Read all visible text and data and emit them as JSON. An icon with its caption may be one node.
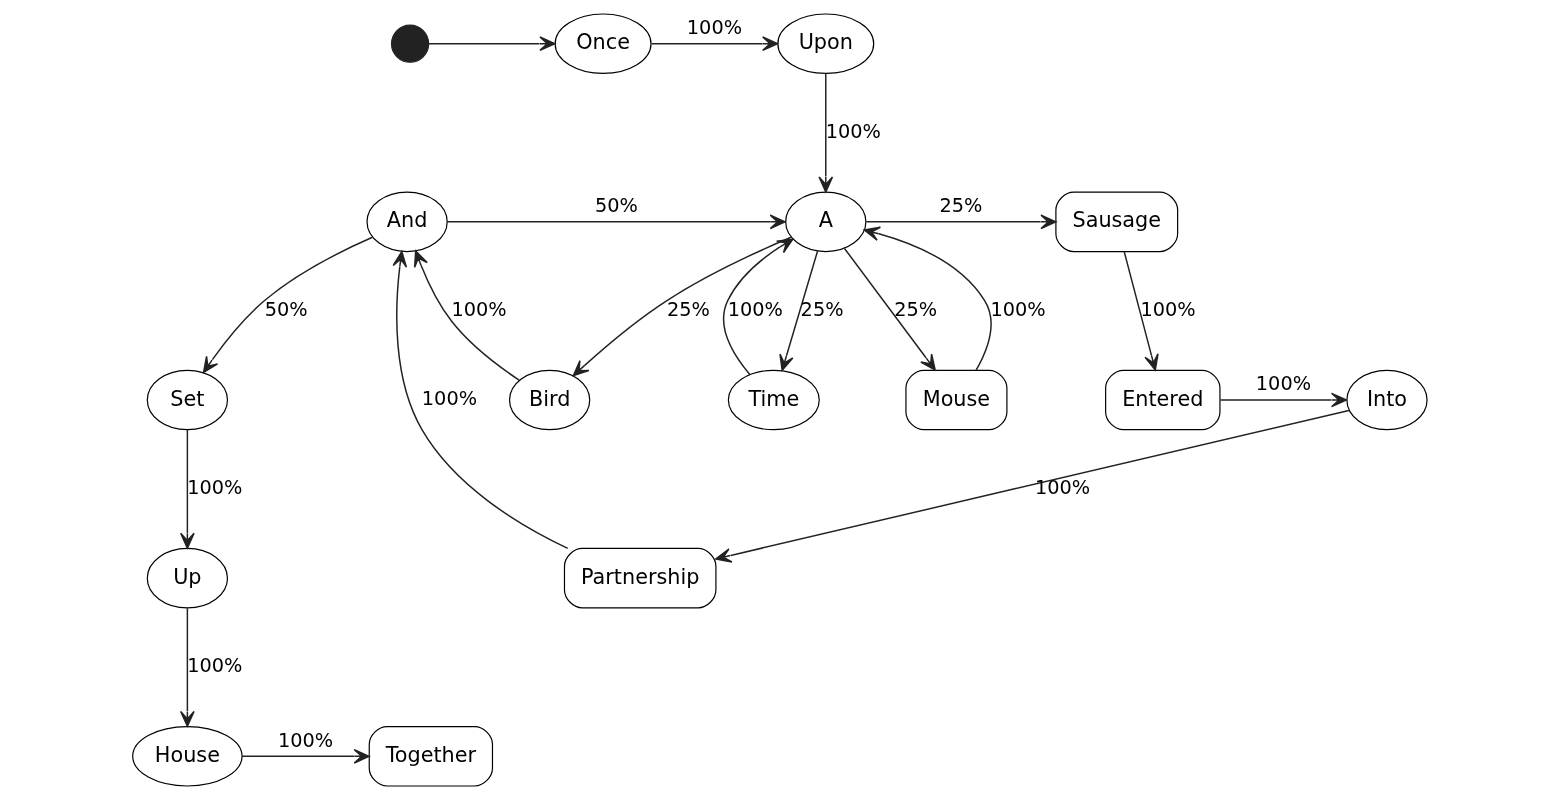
{
  "diagram": {
    "nodes": [
      {
        "text": [],
        "shape": "circle"
      },
      {
        "text": [
          "Once"
        ]
      },
      {
        "text": [
          "Upon"
        ]
      },
      {
        "text": [
          "Set"
        ]
      },
      {
        "text": [
          "And"
        ]
      },
      {
        "text": [
          "A"
        ]
      },
      {
        "text": [
          "Sausage"
        ]
      },
      {
        "text": [
          "Up"
        ]
      },
      {
        "text": [
          "Bird"
        ]
      },
      {
        "text": [
          "Mouse"
        ]
      },
      {
        "text": [
          "Time"
        ]
      },
      {
        "text": [
          "Entered"
        ]
      },
      {
        "text": [
          "Into"
        ]
      },
      {
        "text": [
          "House"
        ]
      },
      {
        "text": [
          "Together"
        ]
      },
      {
        "text": [
          "Partnership"
        ]
      }
    ],
    "edges": [
      {
        "from": 0,
        "to": 1,
        "arrow": "to"
      },
      {
        "from": 1,
        "to": 2,
        "arrow": "to",
        "label": "100%"
      },
      {
        "from": 2,
        "to": 5,
        "arrow": "to",
        "label": "100%"
      },
      {
        "from": 4,
        "to": 3,
        "arrow": "to",
        "label": "50%"
      },
      {
        "from": 4,
        "to": 5,
        "arrow": "to",
        "label": "50%"
      },
      {
        "from": 5,
        "to": 6,
        "arrow": "to",
        "label": "25%"
      },
      {
        "from": 3,
        "to": 7,
        "arrow": "to",
        "label": "100%"
      },
      {
        "from": 8,
        "to": 4,
        "arrow": "to",
        "label": "100%"
      },
      {
        "from": 15,
        "to": 4,
        "arrow": "to",
        "label": "100%"
      },
      {
        "from": 5,
        "to": 8,
        "arrow": "to",
        "label": "25%"
      },
      {
        "from": 9,
        "to": 5,
        "arrow": "to",
        "label": "100%"
      },
      {
        "from": 5,
        "to": 9,
        "arrow": "to",
        "label": "25%"
      },
      {
        "from": 5,
        "to": 10,
        "arrow": "to",
        "label": "25%"
      },
      {
        "from": 10,
        "to": 5,
        "arrow": "to",
        "label": "100%"
      },
      {
        "from": 6,
        "to": 11,
        "arrow": "to",
        "label": "100%"
      },
      {
        "from": 11,
        "to": 12,
        "arrow": "to",
        "label": "100%"
      },
      {
        "from": 12,
        "to": 15,
        "arrow": "to",
        "label": "100%"
      },
      {
        "from": 7,
        "to": 13,
        "arrow": "to",
        "label": "100%"
      },
      {
        "from": 13,
        "to": 14,
        "arrow": "to",
        "label": "100%"
      }
    ]
  }
}
